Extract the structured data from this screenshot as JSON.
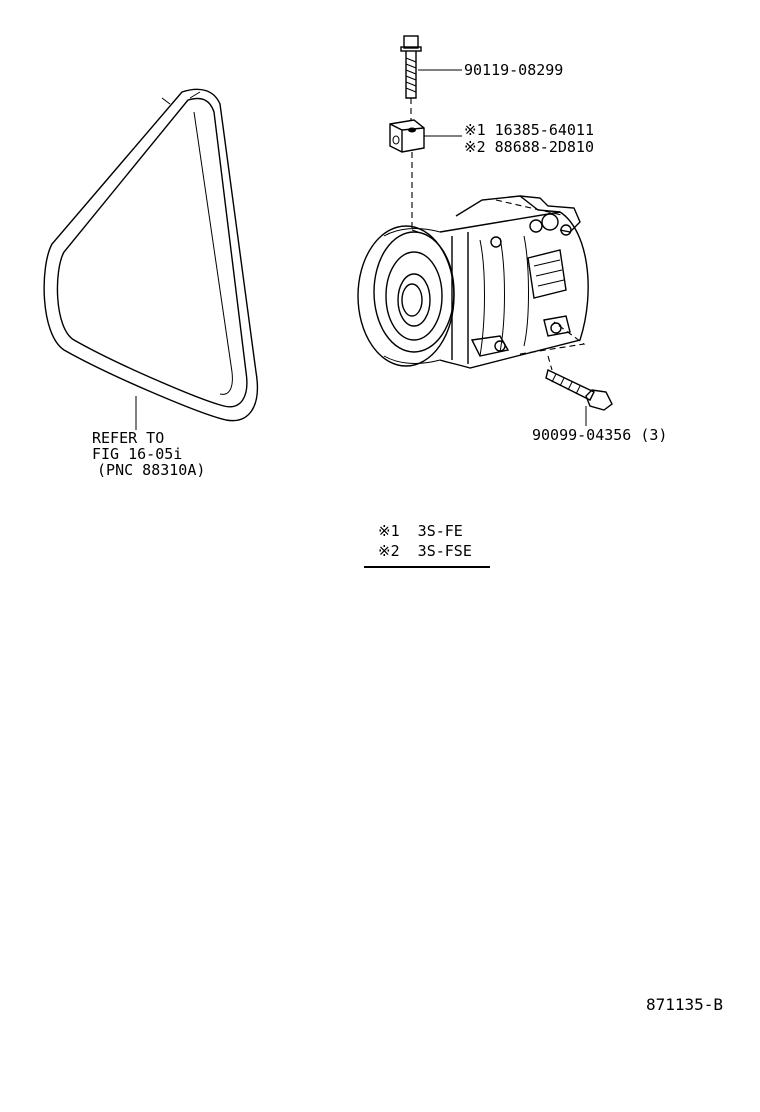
{
  "parts": {
    "bolt_top": "90119-08299",
    "bracket_1": "※1 16385-64011",
    "bracket_2": "※2 88688-2D810",
    "bolt_bottom": "90099-04356 (3)"
  },
  "belt_note": {
    "line1": "REFER TO",
    "line2": "FIG 16-05i",
    "line3": " (PNC 88310A)"
  },
  "legend": {
    "item1": "※1  3S-FE",
    "item2": "※2  3S-FSE"
  },
  "figure_id": "871135-B"
}
